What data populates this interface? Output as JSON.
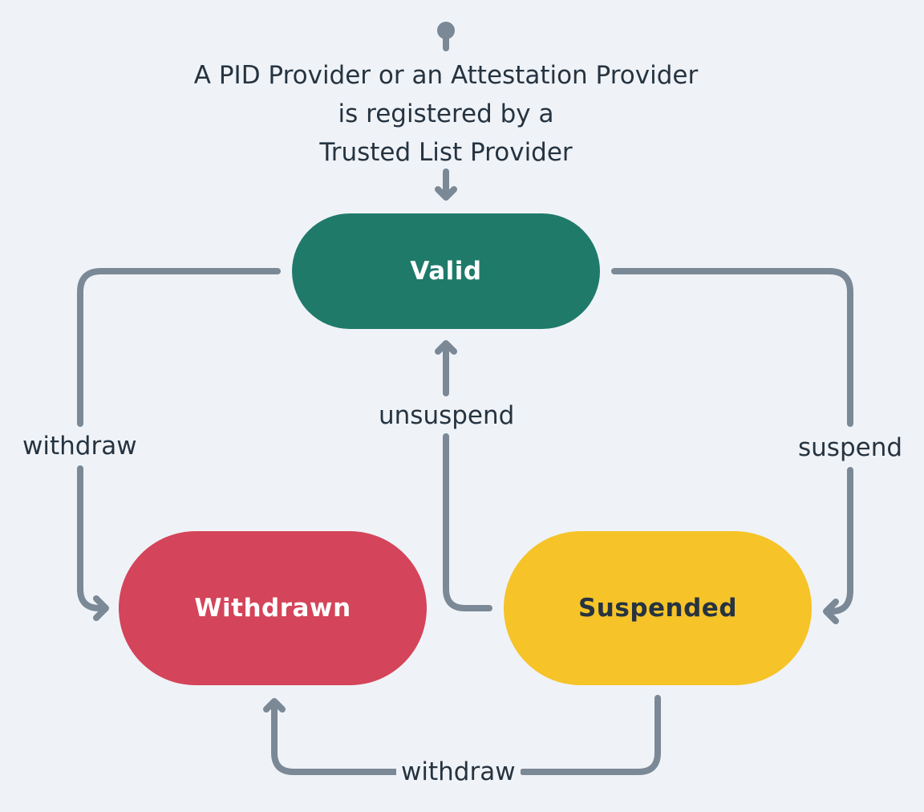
{
  "start_note": {
    "lines": [
      "A PID Provider or an Attestation Provider",
      "is registered by a",
      "Trusted List Provider"
    ]
  },
  "states": {
    "valid": "Valid",
    "withdrawn": "Withdrawn",
    "suspended": "Suspended"
  },
  "transitions": {
    "valid_to_withdrawn": "withdraw",
    "valid_to_suspended": "suspend",
    "suspended_to_valid": "unsuspend",
    "suspended_to_withdrawn": "withdraw"
  },
  "colors": {
    "background": "#eff3f7",
    "valid": "#1f7a6a",
    "withdrawn": "#d4445a",
    "suspended": "#f6c328",
    "connector": "#7b8896",
    "text": "#263340"
  }
}
